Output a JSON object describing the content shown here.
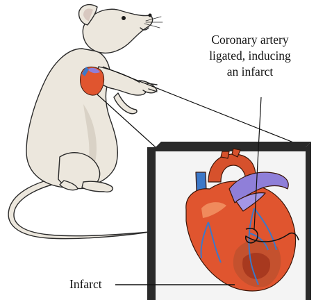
{
  "annotations": {
    "coronary_line1": "Coronary  artery",
    "coronary_line2": "ligated, inducing",
    "coronary_line3": "an infarct",
    "infarct": "Infarct"
  },
  "colors": {
    "rat_fur": "#ece7dd",
    "rat_outline": "#2b2b2b",
    "heart_red": "#e0552f",
    "aorta_orange": "#d6512c",
    "vein_purple": "#8f7fd9",
    "vessel_blue": "#3c78c8",
    "box_frame": "#2a2a2a",
    "box_inner": "#f4f4f4"
  }
}
